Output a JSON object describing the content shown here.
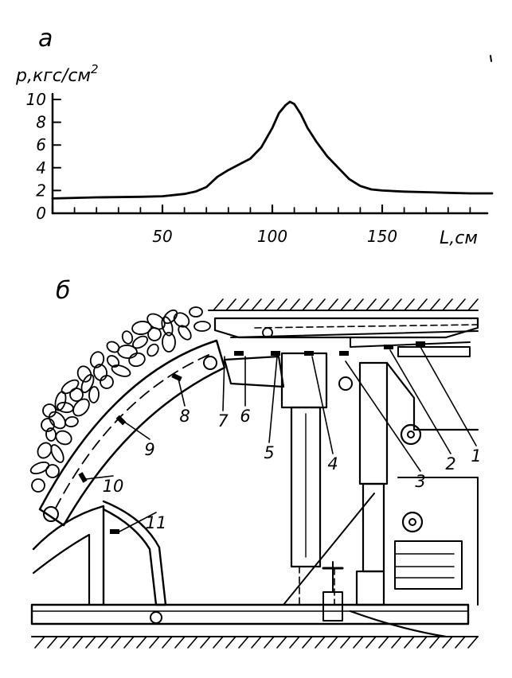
{
  "figure_a": {
    "label": "а",
    "y_label": "p,кгс/см",
    "y_label_sup": "2",
    "x_label": "L,см",
    "y_ticks": [
      "0",
      "2",
      "4",
      "6",
      "8",
      "10"
    ],
    "x_ticks": [
      "50",
      "100",
      "150"
    ],
    "curve": {
      "x": [
        0,
        20,
        40,
        50,
        60,
        65,
        70,
        75,
        80,
        85,
        90,
        95,
        100,
        103,
        106,
        108,
        110,
        113,
        116,
        120,
        125,
        130,
        135,
        140,
        145,
        150,
        160,
        170,
        180,
        190,
        200
      ],
      "y": [
        1.3,
        1.4,
        1.45,
        1.5,
        1.7,
        1.9,
        2.3,
        3.2,
        3.8,
        4.3,
        4.8,
        5.8,
        7.5,
        8.8,
        9.5,
        9.8,
        9.6,
        8.7,
        7.5,
        6.3,
        5.0,
        4.0,
        3.0,
        2.4,
        2.1,
        2.0,
        1.9,
        1.85,
        1.8,
        1.75,
        1.75
      ]
    }
  },
  "figure_b": {
    "label": "б",
    "callouts": [
      "1",
      "2",
      "3",
      "4",
      "5",
      "6",
      "7",
      "8",
      "9",
      "10",
      "11"
    ]
  }
}
